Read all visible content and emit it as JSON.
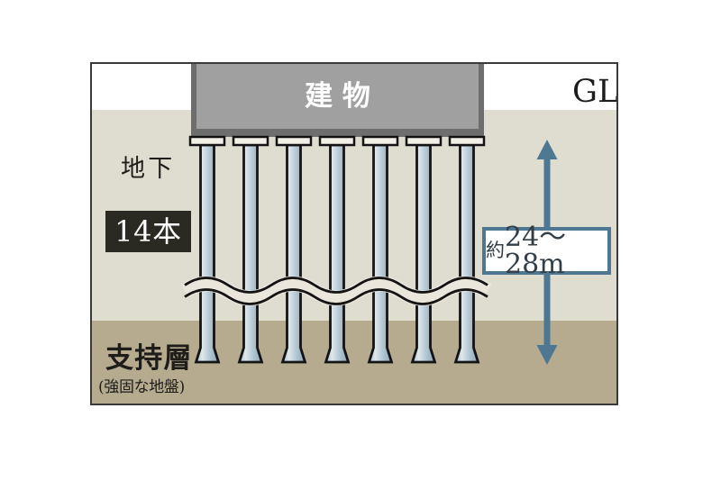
{
  "labels": {
    "building": "建物",
    "ground_level": "GL",
    "underground": "地下",
    "pile_count": "14本",
    "depth_prefix": "約",
    "depth_value": "24〜28m",
    "support_layer": "支持層",
    "support_layer_note": "(強固な地盤)"
  },
  "colors": {
    "accent_blue": "#4e7791",
    "underground_layer": "#dfdcd0",
    "support_layer": "#b6aa8f",
    "building_fill": "#a0a0a0",
    "building_border": "#6e6e6e",
    "badge_bg": "#2a2922",
    "cap_fill": "#f2efe7",
    "wave_fill": "#eae6db",
    "pile_light": "#dde7ec",
    "pile_mid": "#aec2cf",
    "pile_dark": "#8ca4b4",
    "outline": "#141414"
  }
}
